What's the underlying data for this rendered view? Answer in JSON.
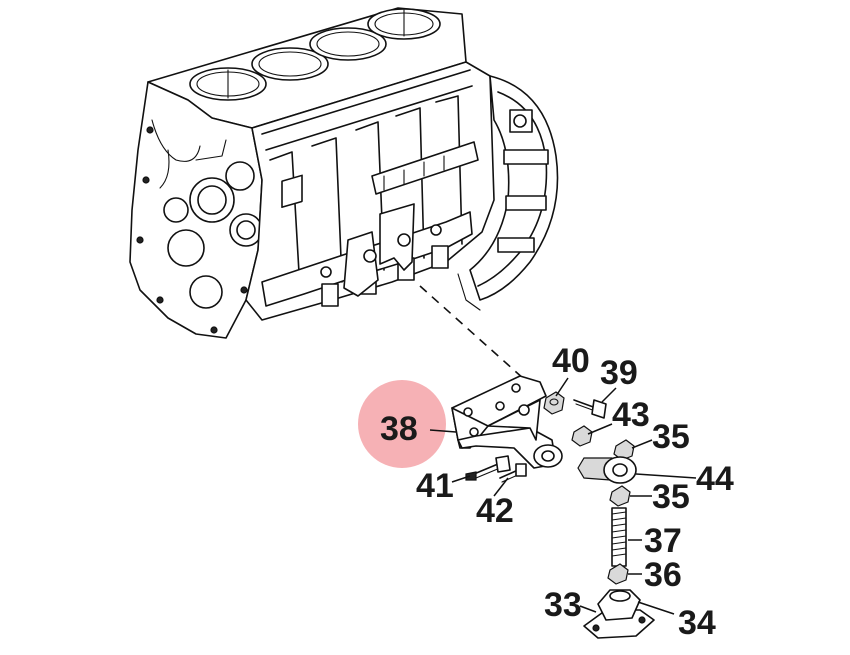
{
  "diagram": {
    "highlight_color": "#f4a3a8",
    "ink_color": "#111111",
    "callouts": [
      {
        "id": "c40",
        "label": "40"
      },
      {
        "id": "c39",
        "label": "39"
      },
      {
        "id": "c38",
        "label": "38"
      },
      {
        "id": "c43",
        "label": "43"
      },
      {
        "id": "c35a",
        "label": "35"
      },
      {
        "id": "c44",
        "label": "44"
      },
      {
        "id": "c41",
        "label": "41"
      },
      {
        "id": "c35b",
        "label": "35"
      },
      {
        "id": "c42",
        "label": "42"
      },
      {
        "id": "c37",
        "label": "37"
      },
      {
        "id": "c36",
        "label": "36"
      },
      {
        "id": "c33",
        "label": "33"
      },
      {
        "id": "c34",
        "label": "34"
      }
    ],
    "highlighted_callout": "38"
  }
}
